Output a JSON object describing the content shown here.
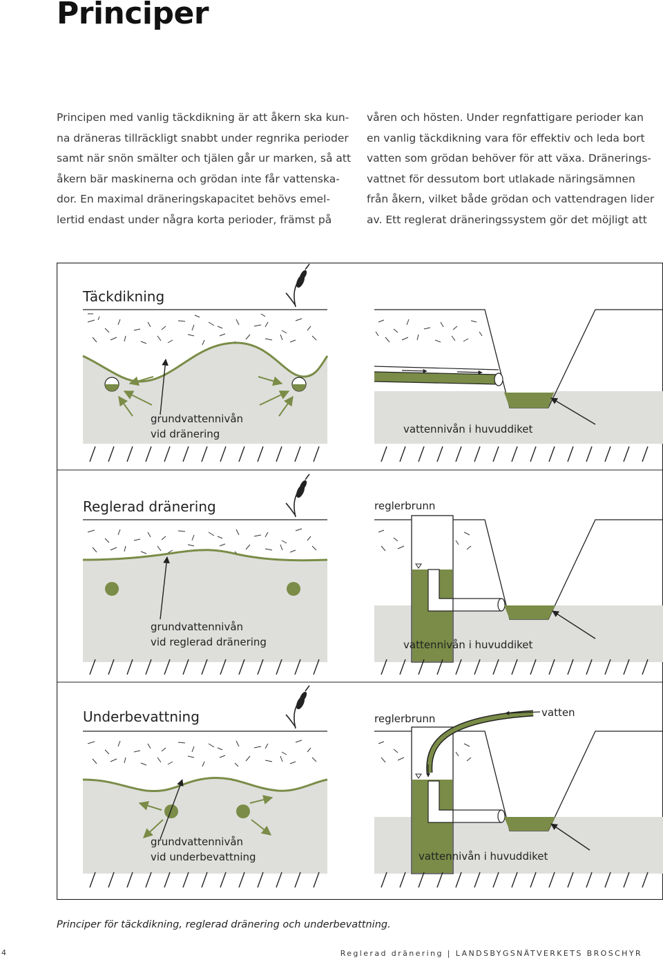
{
  "page": {
    "title": "Principer",
    "left_lines": [
      "Principen med vanlig täckdikning är att åkern ska kun-",
      "na dräneras tillräckligt snabbt under regnrika perioder",
      "samt när snön smälter och tjälen går ur marken, så att",
      "åkern bär maskinerna och grödan inte får vattenska-",
      "dor. En maximal dräneringskapacitet behövs emel-",
      "lertid endast under några korta perioder, främst på"
    ],
    "right_lines": [
      "våren och hösten. Under regnfattigare perioder kan",
      "en vanlig täckdikning vara för effektiv och leda bort",
      "vatten som grödan behöver för att växa. Dränerings-",
      "vattnet för dessutom bort utlakade näringsämnen",
      "från åkern, vilket både grödan och vattendragen lider",
      "av. Ett reglerat dräneringssystem gör det möjligt att"
    ],
    "caption": "Principer för täckdikning, reglerad dränering och underbevattning.",
    "page_number": "4",
    "footer": "Reglerad dränering | LANDSBYGSNÄTVERKETS BROSCHYR"
  },
  "figure": {
    "panel1": {
      "heading": "Täckdikning",
      "left_label_1": "grundvattennivån",
      "left_label_2": "vid dränering",
      "right_label": "vattennivån i huvuddiket"
    },
    "panel2": {
      "heading": "Reglerad dränering",
      "well_label": "reglerbrunn",
      "left_label_1": "grundvattennivån",
      "left_label_2": "vid reglerad dränering",
      "right_label": "vattennivån i huvuddiket"
    },
    "panel3": {
      "heading": "Underbevattning",
      "well_label": "reglerbrunn",
      "water_label": "vatten",
      "left_label_1": "grundvattennivån",
      "left_label_2": "vid underbevattning",
      "right_label": "vattennivån i huvuddiket"
    },
    "colors": {
      "green": "#7a8c47",
      "soil": "#dedfdb",
      "line": "#222222"
    }
  }
}
